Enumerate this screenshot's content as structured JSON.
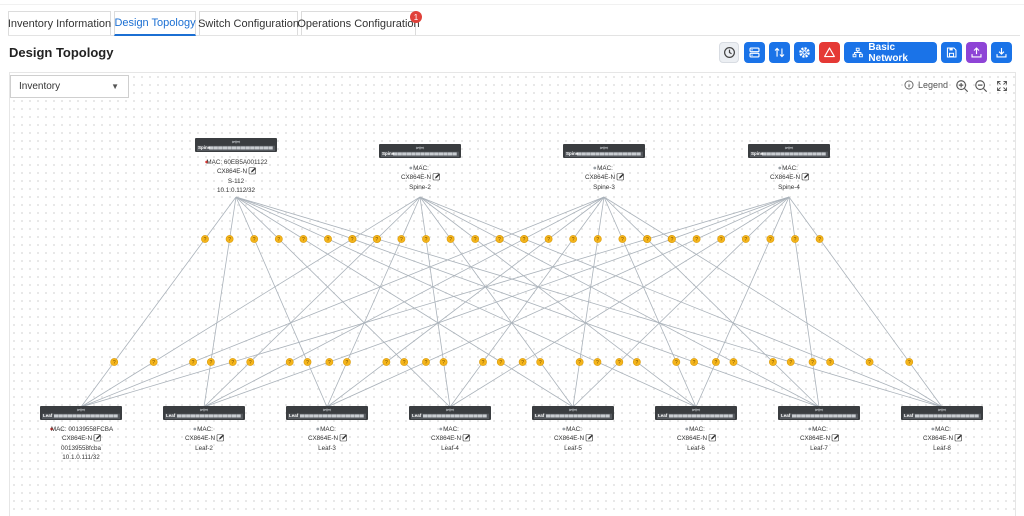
{
  "tabs": [
    {
      "label": "Inventory Information"
    },
    {
      "label": "Design Topology"
    },
    {
      "label": "Switch Configuration"
    },
    {
      "label": "Operations Configuration"
    }
  ],
  "operations_badge": "1",
  "page_title": "Design Topology",
  "toolbar": {
    "basic_network_label": "Basic Network",
    "icons": [
      "history-icon",
      "server-icon",
      "swap-icon",
      "gear-icon",
      "warning-icon",
      "network-icon",
      "save-icon",
      "upload-icon",
      "download-icon"
    ]
  },
  "view_select": {
    "value": "Inventory"
  },
  "legend_label": "Legend",
  "colors": {
    "accent": "#1a73e8",
    "danger": "#e53935",
    "purple": "#8e44d6",
    "link": "#aab2ba",
    "port": "#f5b51b",
    "switch": "#3a3d40"
  },
  "spines": [
    {
      "role": "Spine",
      "mac_label": "MAC: 60EB5A001122",
      "status": "error",
      "model": "CX864E-N",
      "name": "S-112",
      "ip": "10.1.0.112/32"
    },
    {
      "role": "Spine",
      "mac_label": "MAC:",
      "status": "ok",
      "model": "CX864E-N",
      "name": "Spine-2"
    },
    {
      "role": "Spine",
      "mac_label": "MAC:",
      "status": "ok",
      "model": "CX864E-N",
      "name": "Spine-3"
    },
    {
      "role": "Spine",
      "mac_label": "MAC:",
      "status": "ok",
      "model": "CX864E-N",
      "name": "Spine-4"
    }
  ],
  "leaves": [
    {
      "role": "Leaf",
      "mac_label": "MAC: 00139558FCBA",
      "status": "error",
      "model": "CX864E-N",
      "name": "00139558fcba",
      "ip": "10.1.0.111/32"
    },
    {
      "role": "Leaf",
      "mac_label": "MAC:",
      "status": "ok",
      "model": "CX864E-N",
      "name": "Leaf-2"
    },
    {
      "role": "Leaf",
      "mac_label": "MAC:",
      "status": "ok",
      "model": "CX864E-N",
      "name": "Leaf-3"
    },
    {
      "role": "Leaf",
      "mac_label": "MAC:",
      "status": "ok",
      "model": "CX864E-N",
      "name": "Leaf-4"
    },
    {
      "role": "Leaf",
      "mac_label": "MAC:",
      "status": "ok",
      "model": "CX864E-N",
      "name": "Leaf-5"
    },
    {
      "role": "Leaf",
      "mac_label": "MAC:",
      "status": "ok",
      "model": "CX864E-N",
      "name": "Leaf-6"
    },
    {
      "role": "Leaf",
      "mac_label": "MAC:",
      "status": "ok",
      "model": "CX864E-N",
      "name": "Leaf-7"
    },
    {
      "role": "Leaf",
      "mac_label": "MAC:",
      "status": "ok",
      "model": "CX864E-N",
      "name": "Leaf-8"
    }
  ],
  "port_marker_glyph": "?"
}
